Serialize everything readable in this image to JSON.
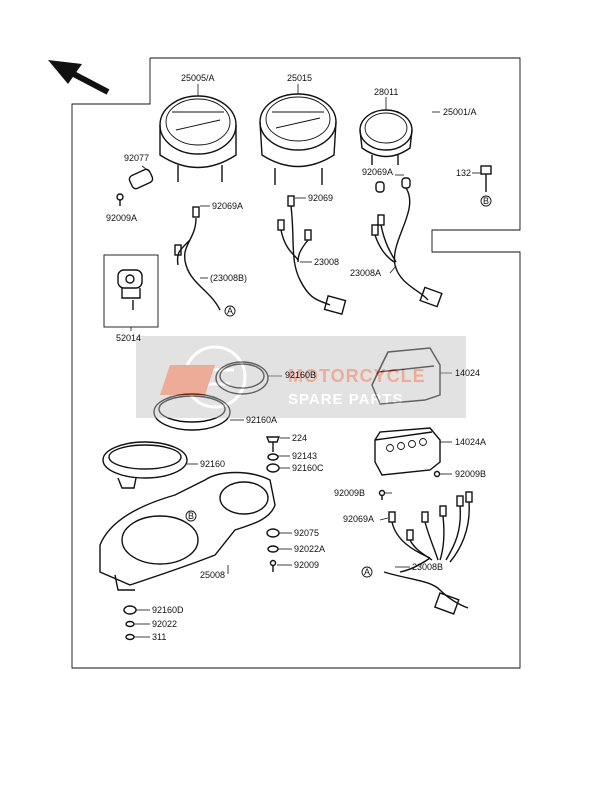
{
  "labels": {
    "l25005a": "25005/A",
    "l25015": "25015",
    "l28011": "28011",
    "l25001a": "25001/A",
    "l92077": "92077",
    "l92009a": "92009A",
    "l92069a_1": "92069A",
    "l23008b_paren": "(23008B)",
    "l92069": "92069",
    "l23008": "23008",
    "l92069a_2": "92069A",
    "l23008a": "23008A",
    "l132": "132",
    "l52014": "52014",
    "l92160b": "92160B",
    "l14024": "14024",
    "l92160a": "92160A",
    "l224": "224",
    "l14024a": "14024A",
    "l92143": "92143",
    "l92160c": "92160C",
    "l92160": "92160",
    "l92009b_1": "92009B",
    "l92009b_2": "92009B",
    "l92069a_3": "92069A",
    "l92075": "92075",
    "l92022a": "92022A",
    "l25008": "25008",
    "l92009": "92009",
    "l23008b": "23008B",
    "l92160d": "92160D",
    "l92022": "92022",
    "l311": "311"
  },
  "markers": {
    "a": "A",
    "b": "B"
  },
  "watermark": {
    "line1": "MOTORCYCLE",
    "line2": "SPARE PARTS"
  }
}
